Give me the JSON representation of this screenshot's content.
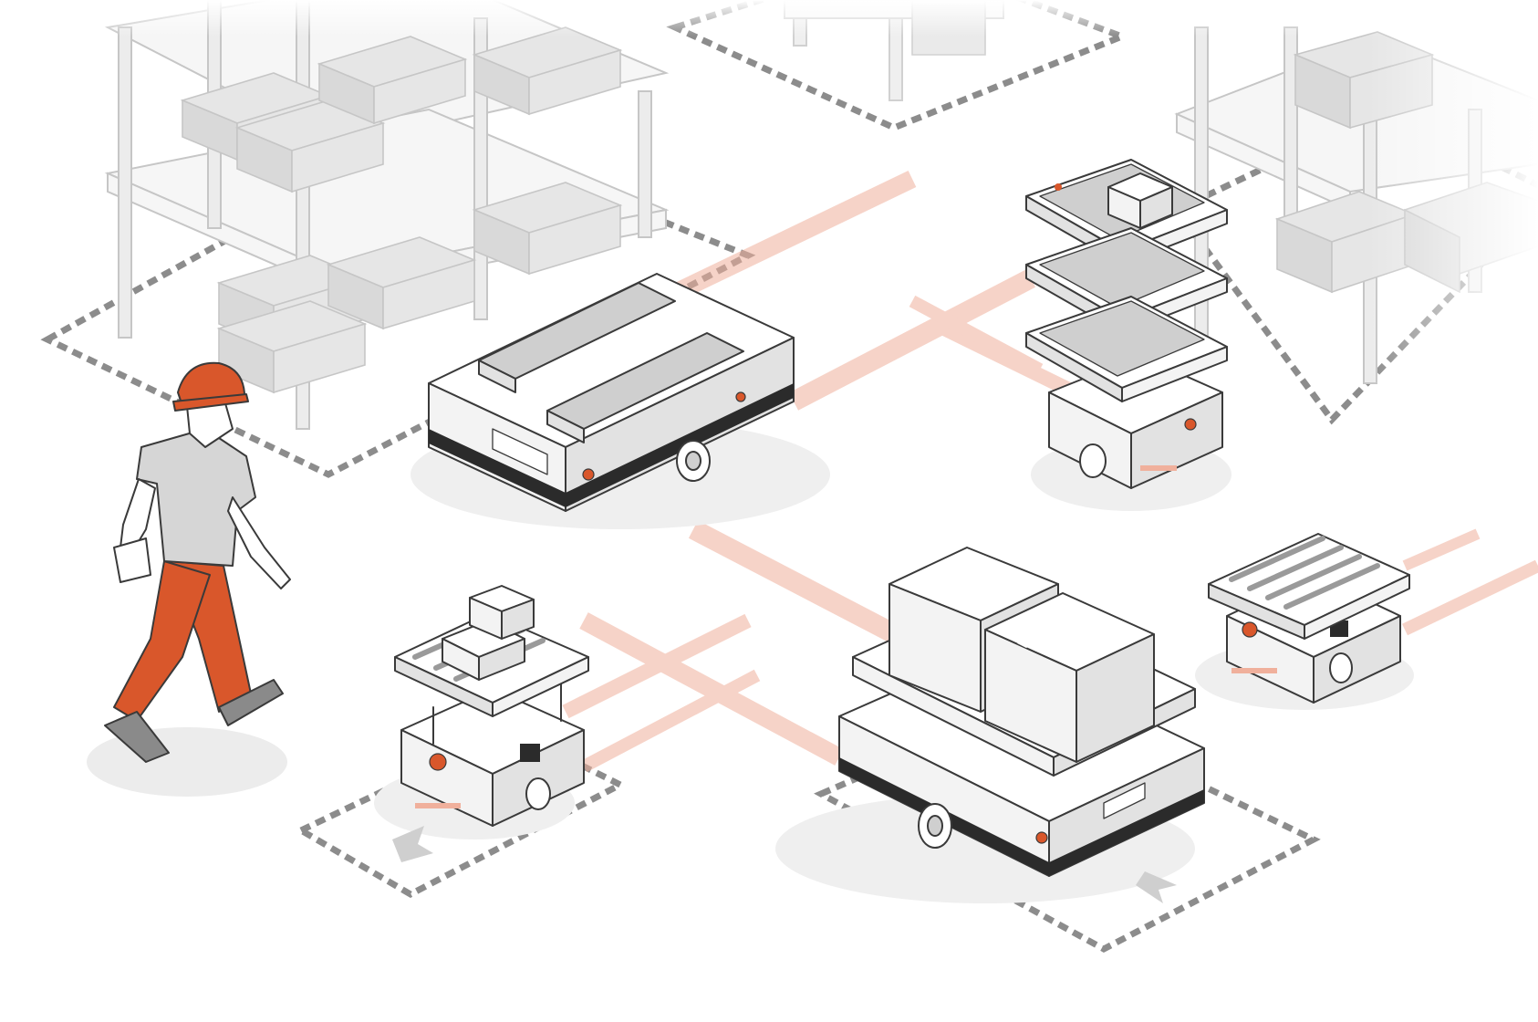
{
  "scene": {
    "description_free": true,
    "colors": {
      "accent": "#d9572b",
      "laser": "#f0b09c",
      "zone_stripe": "#8c8c8c",
      "outline": "#3a3a3a",
      "body_light": "#f3f3f3",
      "body_mid": "#e2e2e2",
      "shadow": "#ededed"
    },
    "elements": [
      "warehouse-rack-left",
      "warehouse-rack-top",
      "warehouse-rack-right",
      "worker-figure",
      "amr-large-flat",
      "amr-shelf-tower",
      "amr-conveyor-right",
      "amr-conveyor-small",
      "amr-pallet-carrier"
    ]
  }
}
